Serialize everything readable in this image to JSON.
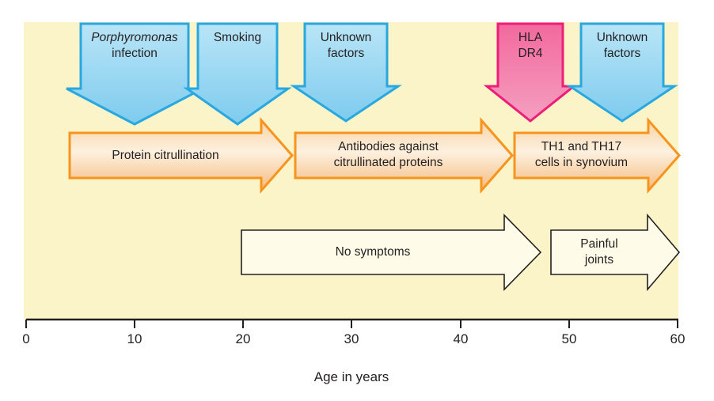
{
  "figure": {
    "triggers": {
      "porphyromonas": {
        "line1": "Porphyromonas",
        "line2": "infection"
      },
      "smoking": {
        "line1": "Smoking"
      },
      "unknown_early": {
        "line1": "Unknown",
        "line2": "factors"
      },
      "hla_dr4": {
        "line1": "HLA",
        "line2": "DR4"
      },
      "unknown_late": {
        "line1": "Unknown",
        "line2": "factors"
      }
    },
    "processes": {
      "citrullination": {
        "line1": "Protein citrullination"
      },
      "antibodies": {
        "line1": "Antibodies against",
        "line2": "citrullinated proteins"
      },
      "th_cells": {
        "line1": "TH1 and TH17",
        "line2": "cells in synovium"
      }
    },
    "clinical": {
      "no_symptoms": {
        "line1": "No symptoms"
      },
      "painful_joints": {
        "line1": "Painful",
        "line2": "joints"
      }
    },
    "axis": {
      "ticks": [
        "0",
        "10",
        "20",
        "30",
        "40",
        "50",
        "60"
      ],
      "label": "Age in years"
    }
  },
  "colors": {
    "panel_bg": "#FBF4C9",
    "text": "#231F20",
    "blue_stroke": "#29A8E0",
    "blue_grad_top": "#B9E5F7",
    "blue_grad_bottom": "#7ECBEE",
    "pink_stroke": "#EC1E79",
    "pink_grad_top": "#F2699E",
    "pink_grad_bottom": "#F59FC0",
    "orange_stroke": "#F7941E",
    "orange_grad_top": "#F9D3A5",
    "orange_grad_mid": "#FDF1DF",
    "orange_grad_bottom": "#F5BA7C",
    "pale_fill": "#FEFCE9",
    "pale_stroke": "#231F20",
    "axis_color": "#231F20"
  }
}
